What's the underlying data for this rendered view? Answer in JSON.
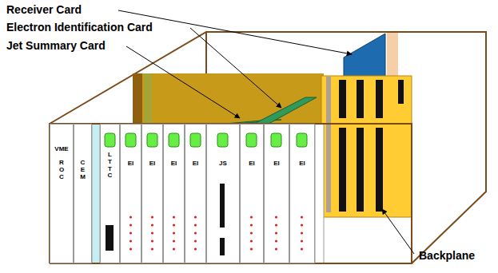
{
  "diagram": {
    "nodes": [
      {
        "text": [
          "VME",
          "ROC"
        ]
      },
      {
        "text": [
          "CEM"
        ]
      },
      {
        "text": [
          "LTTC"
        ]
      },
      {
        "text": [
          "EI"
        ]
      },
      {
        "text": [
          "EI"
        ]
      },
      {
        "text": [
          "EI"
        ]
      },
      {
        "text": [
          "EI"
        ]
      },
      {
        "text": [
          "JS"
        ]
      },
      {
        "text": [
          "EI"
        ]
      },
      {
        "text": [
          "EI"
        ]
      },
      {
        "text": [
          "EI"
        ]
      }
    ],
    "labels": [
      "Receiver Card",
      "Electron Identification Card",
      "Jet Summary Card",
      "Backplane"
    ]
  }
}
